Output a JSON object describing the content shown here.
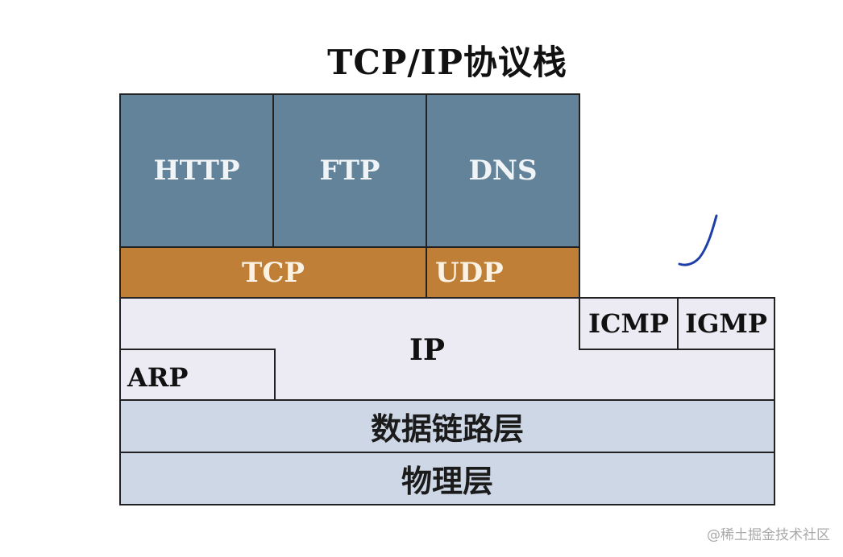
{
  "title": "TCP/IP协议栈",
  "application_layer": {
    "protocols": [
      "HTTP",
      "FTP",
      "DNS"
    ]
  },
  "transport_layer": {
    "tcp": "TCP",
    "udp": "UDP"
  },
  "network_layer": {
    "ip": "IP",
    "icmp": "ICMP",
    "igmp": "IGMP",
    "arp": "ARP"
  },
  "data_link_layer": "数据链路层",
  "physical_layer": "物理层",
  "watermark": "@稀土掘金技术社区",
  "colors": {
    "application": "#628399",
    "transport": "#bf7f36",
    "network": "#eceaf2",
    "lower_layers": "#cdd7e5",
    "pen_stroke": "#1f3fa8"
  }
}
